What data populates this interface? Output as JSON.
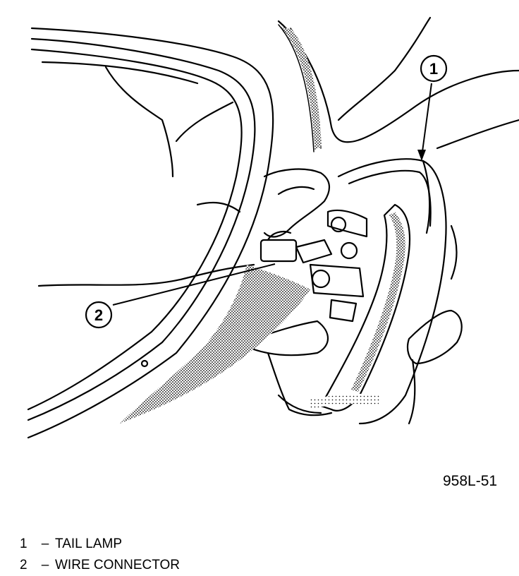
{
  "figure": {
    "code": "958L-51",
    "callouts": [
      {
        "number": "1"
      },
      {
        "number": "2"
      }
    ]
  },
  "legend": [
    {
      "number": "1",
      "dash": "–",
      "label": "TAIL LAMP"
    },
    {
      "number": "2",
      "dash": "–",
      "label": "WIRE CONNECTOR"
    }
  ]
}
